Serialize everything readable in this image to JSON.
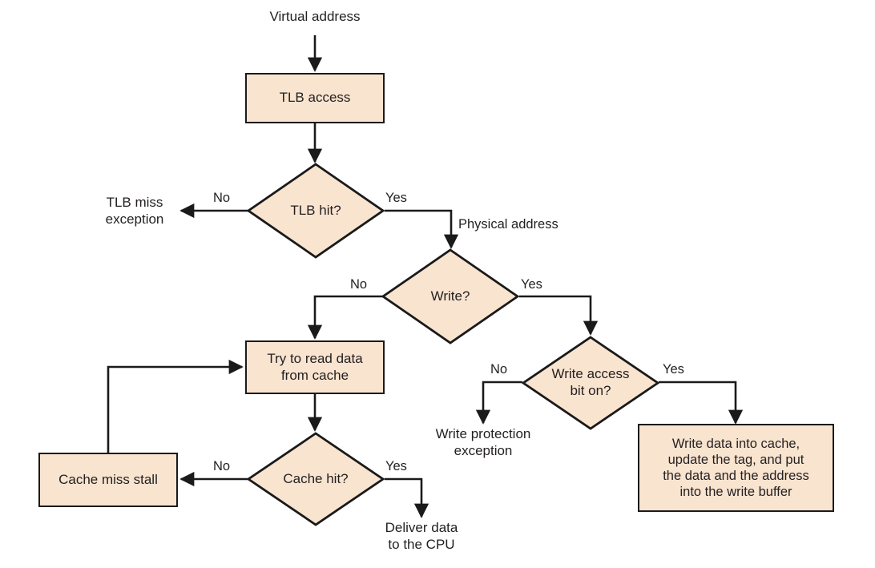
{
  "diagram": {
    "title": "Virtual memory TLB and cache access flowchart",
    "style": {
      "node_fill": "#f9e4d0",
      "node_stroke": "#1a1a1a",
      "text_color": "#231f20",
      "background": "#ffffff"
    },
    "entry_label": "Virtual address",
    "nodes": [
      {
        "id": "tlb_access",
        "type": "process",
        "label": "TLB access"
      },
      {
        "id": "tlb_hit",
        "type": "decision",
        "label": "TLB hit?"
      },
      {
        "id": "tlb_miss",
        "type": "text",
        "label": "TLB miss\nexception"
      },
      {
        "id": "write_q",
        "type": "decision",
        "label": "Write?"
      },
      {
        "id": "read_cache",
        "type": "process",
        "label": "Try to read data\nfrom cache"
      },
      {
        "id": "write_bit_q",
        "type": "decision",
        "label": "Write access\nbit on?"
      },
      {
        "id": "write_prot",
        "type": "text",
        "label": "Write protection\nexception"
      },
      {
        "id": "write_data",
        "type": "process",
        "label": "Write data into cache,\nupdate the tag, and put\nthe data and the address\ninto the write buffer"
      },
      {
        "id": "cache_hit",
        "type": "decision",
        "label": "Cache hit?"
      },
      {
        "id": "cache_miss",
        "type": "process",
        "label": "Cache miss stall"
      },
      {
        "id": "deliver",
        "type": "text",
        "label": "Deliver data\nto the CPU"
      }
    ],
    "edges": [
      {
        "from": "entry",
        "to": "tlb_access",
        "label": ""
      },
      {
        "from": "tlb_access",
        "to": "tlb_hit",
        "label": ""
      },
      {
        "from": "tlb_hit",
        "to": "tlb_miss",
        "label": "No"
      },
      {
        "from": "tlb_hit",
        "to": "write_q",
        "label": "Yes",
        "extra_label": "Physical  address"
      },
      {
        "from": "write_q",
        "to": "read_cache",
        "label": "No"
      },
      {
        "from": "write_q",
        "to": "write_bit_q",
        "label": "Yes"
      },
      {
        "from": "write_bit_q",
        "to": "write_prot",
        "label": "No"
      },
      {
        "from": "write_bit_q",
        "to": "write_data",
        "label": "Yes"
      },
      {
        "from": "read_cache",
        "to": "cache_hit",
        "label": ""
      },
      {
        "from": "cache_hit",
        "to": "cache_miss",
        "label": "No"
      },
      {
        "from": "cache_hit",
        "to": "deliver",
        "label": "Yes"
      },
      {
        "from": "cache_miss",
        "to": "read_cache",
        "label": ""
      }
    ],
    "edge_labels": {
      "tlb_no": "No",
      "tlb_yes": "Yes",
      "physical_address": "Physical  address",
      "write_no": "No",
      "write_yes": "Yes",
      "wbit_no": "No",
      "wbit_yes": "Yes",
      "cache_no": "No",
      "cache_yes": "Yes"
    },
    "node_labels": {
      "virtual_address": "Virtual address",
      "tlb_access": "TLB access",
      "tlb_hit": "TLB hit?",
      "tlb_miss_exception": "TLB miss\nexception",
      "write_question": "Write?",
      "try_read_cache": "Try to read data\nfrom cache",
      "write_access_bit": "Write access\nbit on?",
      "write_protection": "Write protection\nexception",
      "write_data_into_cache": "Write data into cache,\nupdate the tag, and put\nthe data and the address\ninto the write buffer",
      "cache_hit": "Cache hit?",
      "cache_miss_stall": "Cache miss stall",
      "deliver_data": "Deliver data\nto the CPU"
    }
  }
}
